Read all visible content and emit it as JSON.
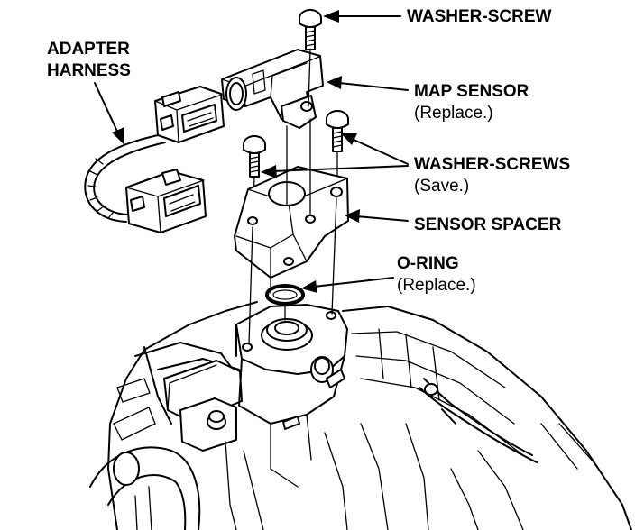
{
  "labels": {
    "washer_screw": "WASHER-SCREW",
    "adapter_harness_line1": "ADAPTER",
    "adapter_harness_line2": "HARNESS",
    "map_sensor": "MAP SENSOR",
    "map_sensor_note": "(Replace.)",
    "washer_screws": "WASHER-SCREWS",
    "washer_screws_note": "(Save.)",
    "sensor_spacer": "SENSOR SPACER",
    "o_ring": "O-RING",
    "o_ring_note": "(Replace.)"
  },
  "colors": {
    "line": "#000000",
    "background": "#ffffff"
  }
}
